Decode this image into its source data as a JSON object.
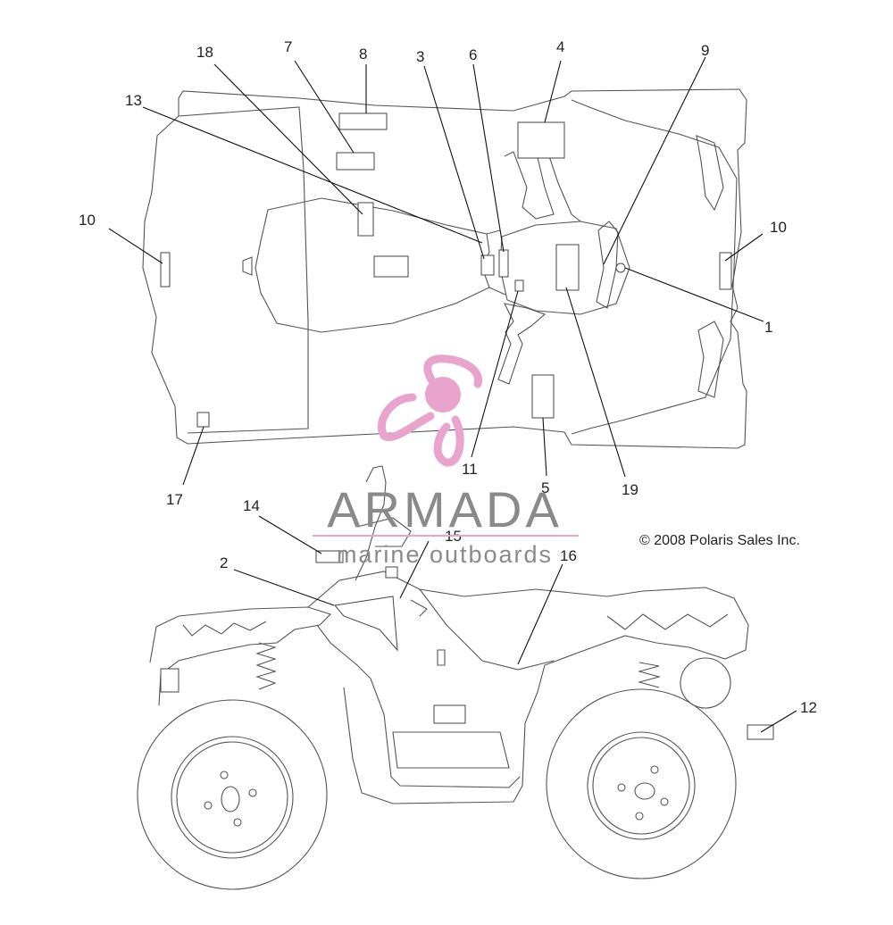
{
  "diagram": {
    "callouts": {
      "c1": "1",
      "c2": "2",
      "c3": "3",
      "c4": "4",
      "c5": "5",
      "c6": "6",
      "c7": "7",
      "c8": "8",
      "c9": "9",
      "c10a": "10",
      "c10b": "10",
      "c11": "11",
      "c12": "12",
      "c13": "13",
      "c14": "14",
      "c15": "15",
      "c16": "16",
      "c17": "17",
      "c18": "18",
      "c19": "19"
    },
    "copyright": "© 2008 Polaris Sales Inc."
  },
  "watermark": {
    "brand": "ARMADA",
    "tagline": "marine outboards",
    "colors": {
      "pink": "#e8a4cc",
      "gray": "#8a8a8a"
    }
  }
}
